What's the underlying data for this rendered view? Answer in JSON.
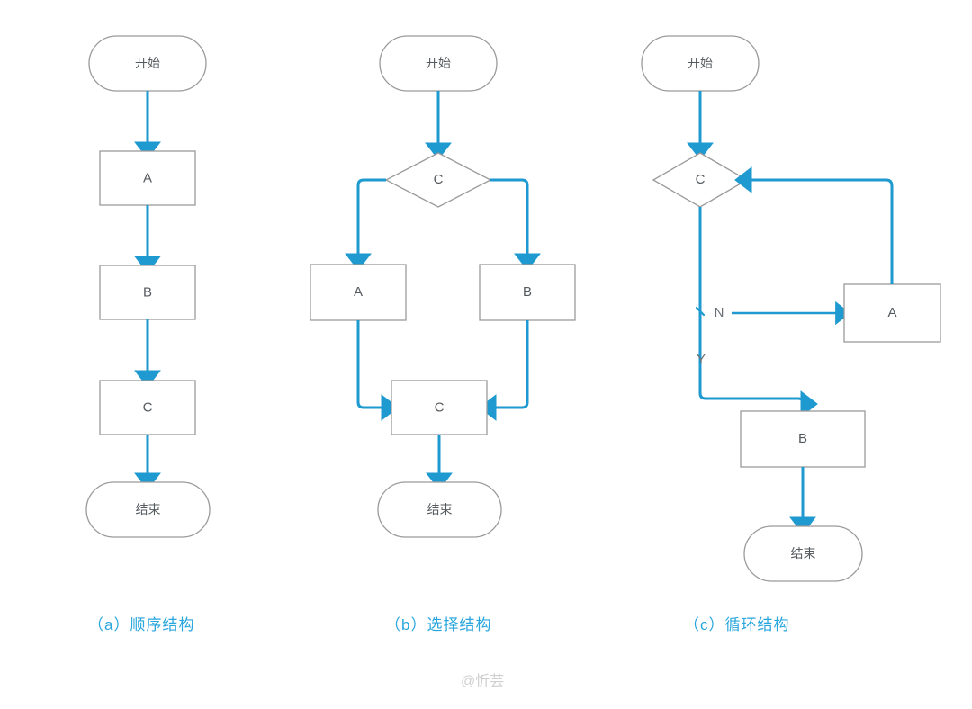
{
  "page": {
    "background": "#ffffff",
    "accent_color": "#1e9ad0",
    "caption_color": "#29a6dd",
    "shape_stroke_color": "#9a9a9a",
    "label_color": "#555a5e",
    "watermark_color": "#cfcfcf"
  },
  "watermark": {
    "text": "@忻芸"
  },
  "captions": [
    {
      "id": "a",
      "text": "（a）顺序结构"
    },
    {
      "id": "b",
      "text": "（b）选择结构"
    },
    {
      "id": "c",
      "text": "（c）循环结构"
    }
  ],
  "diagrams": [
    {
      "id": "sequence",
      "caption": "（a）顺序结构",
      "nodes": [
        {
          "id": "start",
          "label": "开始",
          "shape": "terminator"
        },
        {
          "id": "a",
          "label": "A",
          "shape": "process"
        },
        {
          "id": "b",
          "label": "B",
          "shape": "process"
        },
        {
          "id": "c",
          "label": "C",
          "shape": "process"
        },
        {
          "id": "end",
          "label": "结束",
          "shape": "terminator"
        }
      ],
      "edges": [
        {
          "from": "start",
          "to": "a",
          "label": ""
        },
        {
          "from": "a",
          "to": "b",
          "label": ""
        },
        {
          "from": "b",
          "to": "c",
          "label": ""
        },
        {
          "from": "c",
          "to": "end",
          "label": ""
        }
      ]
    },
    {
      "id": "selection",
      "caption": "（b）选择结构",
      "nodes": [
        {
          "id": "start",
          "label": "开始",
          "shape": "terminator"
        },
        {
          "id": "cond",
          "label": "C",
          "shape": "decision"
        },
        {
          "id": "a",
          "label": "A",
          "shape": "process"
        },
        {
          "id": "b",
          "label": "B",
          "shape": "process"
        },
        {
          "id": "c",
          "label": "C",
          "shape": "process"
        },
        {
          "id": "end",
          "label": "结束",
          "shape": "terminator"
        }
      ],
      "edges": [
        {
          "from": "start",
          "to": "cond",
          "label": ""
        },
        {
          "from": "cond",
          "to": "a",
          "label": ""
        },
        {
          "from": "cond",
          "to": "b",
          "label": ""
        },
        {
          "from": "a",
          "to": "c",
          "label": ""
        },
        {
          "from": "b",
          "to": "c",
          "label": ""
        },
        {
          "from": "c",
          "to": "end",
          "label": ""
        }
      ]
    },
    {
      "id": "loop",
      "caption": "（c）循环结构",
      "nodes": [
        {
          "id": "start",
          "label": "开始",
          "shape": "terminator"
        },
        {
          "id": "cond",
          "label": "C",
          "shape": "decision"
        },
        {
          "id": "a",
          "label": "A",
          "shape": "process"
        },
        {
          "id": "b",
          "label": "B",
          "shape": "process"
        },
        {
          "id": "end",
          "label": "结束",
          "shape": "terminator"
        }
      ],
      "edges": [
        {
          "from": "start",
          "to": "cond",
          "label": ""
        },
        {
          "from": "cond",
          "to": "a",
          "label": "N"
        },
        {
          "from": "a",
          "to": "cond",
          "label": ""
        },
        {
          "from": "cond",
          "to": "b",
          "label": "Y"
        },
        {
          "from": "b",
          "to": "end",
          "label": ""
        }
      ]
    }
  ],
  "labels": {
    "start": "开始",
    "end": "结束",
    "a": "A",
    "b": "B",
    "c": "C",
    "yes": "Y",
    "no": "N"
  }
}
